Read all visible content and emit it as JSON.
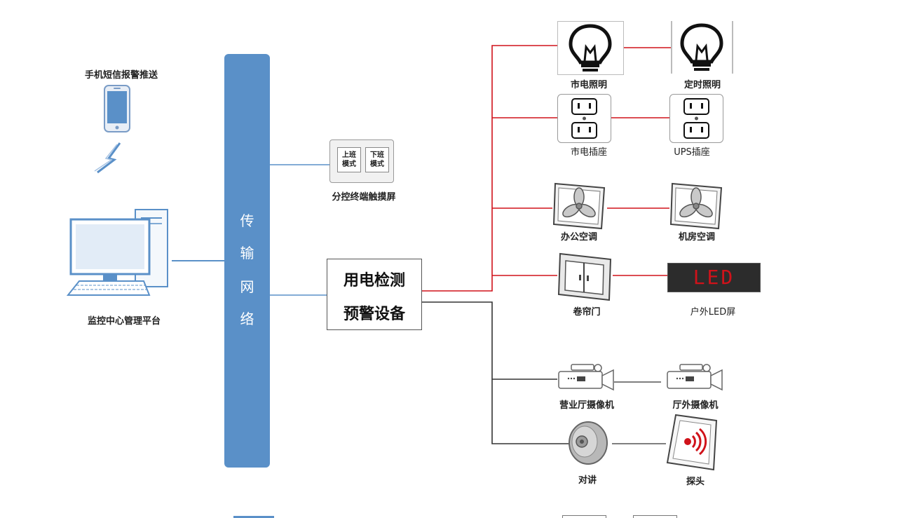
{
  "bus": {
    "chars": [
      "传",
      "输",
      "网",
      "络"
    ]
  },
  "center": {
    "line1": "用电检测",
    "line2": "预警设备"
  },
  "left": {
    "sms_label": "手机短信报警推送",
    "platform_label": "监控中心管理平台"
  },
  "touchscreen": {
    "label": "分控终端触摸屏",
    "btn_on": "上班\n模式",
    "btn_on_l1": "上班",
    "btn_on_l2": "模式",
    "btn_off_l1": "下班",
    "btn_off_l2": "模式"
  },
  "devices": {
    "city_light": "市电照明",
    "timer_light": "定时照明",
    "city_socket": "市电插座",
    "ups_socket": "UPS插座",
    "office_ac": "办公空调",
    "room_ac": "机房空调",
    "shutter": "卷帘门",
    "led_screen": "户外LED屏",
    "led_text": "LED",
    "hall_camera": "营业厅摄像机",
    "outdoor_camera": "厅外摄像机",
    "intercom": "对讲",
    "probe": "探头"
  },
  "colors": {
    "bus": "#5a90c8",
    "blue_line": "#5a90c8",
    "red_line": "#d0121a",
    "dark_line": "#333333"
  }
}
